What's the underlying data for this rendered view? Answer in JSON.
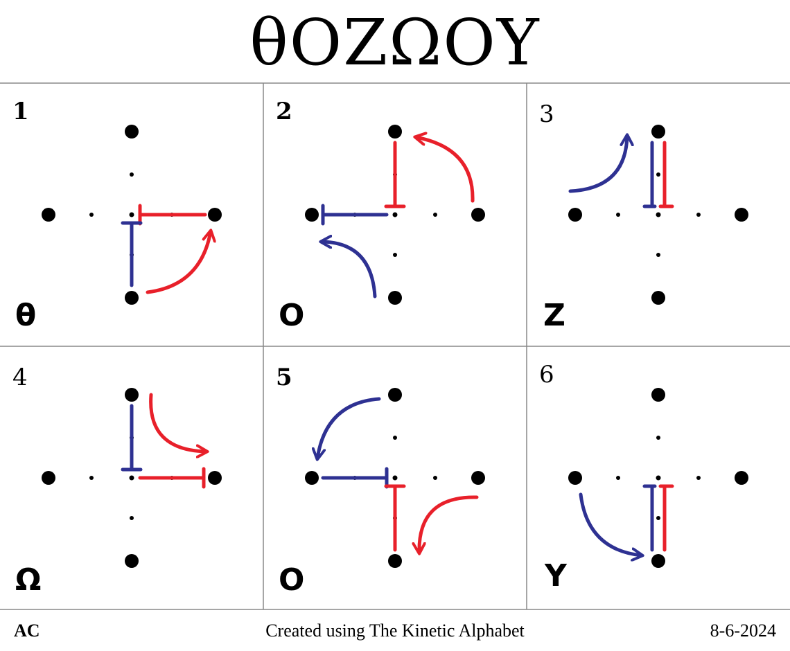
{
  "title": "θOZΩOY",
  "colors": {
    "red": "#e8202a",
    "blue": "#2e3192",
    "dot": "#000000",
    "border": "#888888"
  },
  "panels": [
    {
      "number": "1",
      "letter": "θ"
    },
    {
      "number": "2",
      "letter": "O"
    },
    {
      "number": "3",
      "letter": "Z"
    },
    {
      "number": "4",
      "letter": "Ω"
    },
    {
      "number": "5",
      "letter": "O"
    },
    {
      "number": "6",
      "letter": "Y"
    }
  ],
  "footer": {
    "author": "AC",
    "credit": "Created using The Kinetic Alphabet",
    "date": "8-6-2024"
  }
}
